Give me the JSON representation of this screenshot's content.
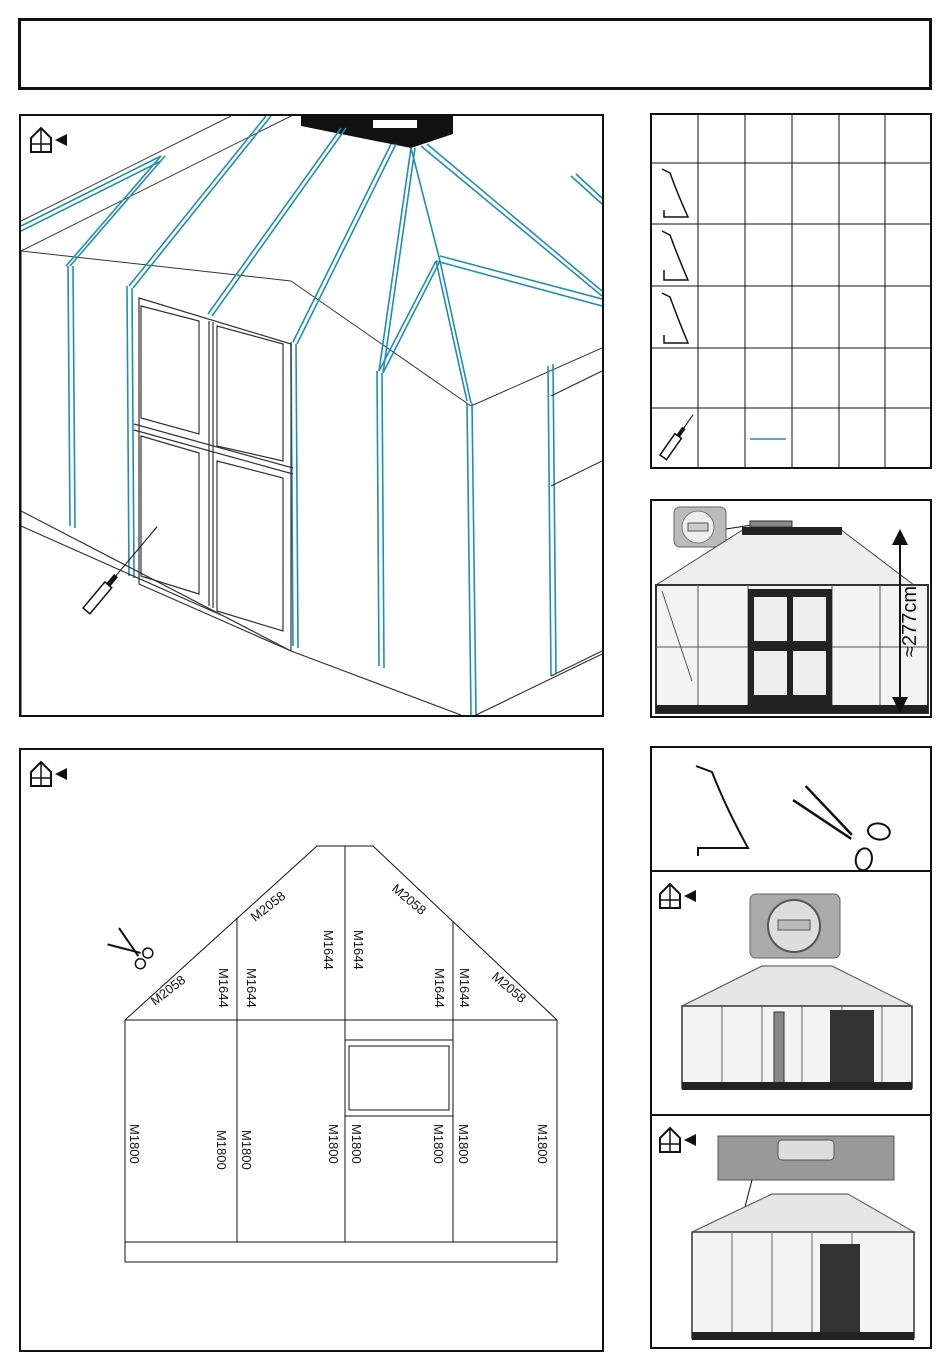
{
  "header": {
    "title": ""
  },
  "step_top": {
    "icon": "greenhouse-icon",
    "tool": "sealant-gun-icon"
  },
  "cut_diagram": {
    "icon": "greenhouse-icon",
    "tool": "scissors-icon",
    "roof_left_label": "M2058",
    "roof_right_label": "M2058",
    "roof_left_lower_label": "M2058",
    "roof_right_lower_label": "M2058",
    "gable_labels": [
      "M1644",
      "M1644",
      "M1644",
      "M1644",
      "M1644",
      "M1644"
    ],
    "wall_labels": [
      "M1800",
      "M1800",
      "M1800",
      "M1800",
      "M1800",
      "M1800",
      "M1800",
      "M1800"
    ]
  },
  "parts_table": {
    "rows": [
      "seal-profile-icon",
      "seal-profile-icon",
      "seal-profile-icon",
      "",
      "sealant-gun-icon"
    ],
    "highlight_color": "#1e8fb3"
  },
  "height_photo": {
    "height_label": "≈277cm",
    "icon": "spirit-level-icon"
  },
  "side_steps": {
    "cut_icons": [
      "seal-profile-icon",
      "scissors-icon"
    ],
    "step2_icon": "greenhouse-icon",
    "step3_icon": "greenhouse-icon"
  },
  "colors": {
    "accent": "#1e8fb3",
    "ink": "#111111"
  }
}
